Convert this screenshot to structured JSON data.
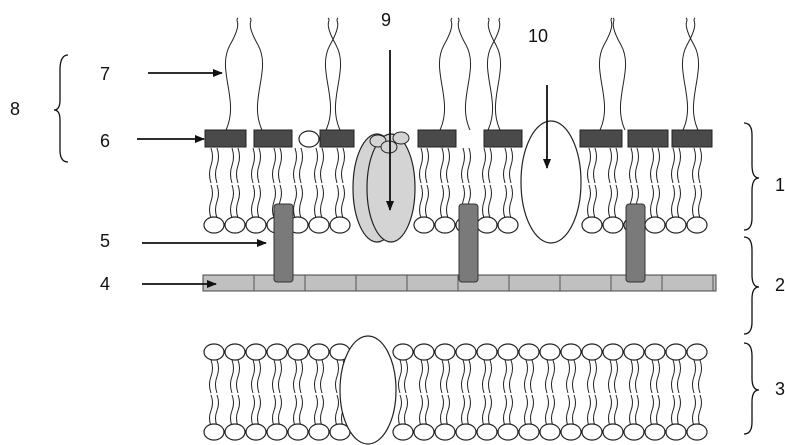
{
  "diagram": {
    "labels": {
      "n1": "1",
      "n2": "2",
      "n3": "3",
      "n4": "4",
      "n5": "5",
      "n6": "6",
      "n7": "7",
      "n8": "8",
      "n9": "9",
      "n10": "10"
    },
    "colors": {
      "line": "#222222",
      "head_fill": "#ffffff",
      "dark_block": "#4a4a4a",
      "gray_rod": "#7a7a7a",
      "light_bar": "#c0c0c0",
      "gray_protein": "#d4d4d4"
    }
  }
}
